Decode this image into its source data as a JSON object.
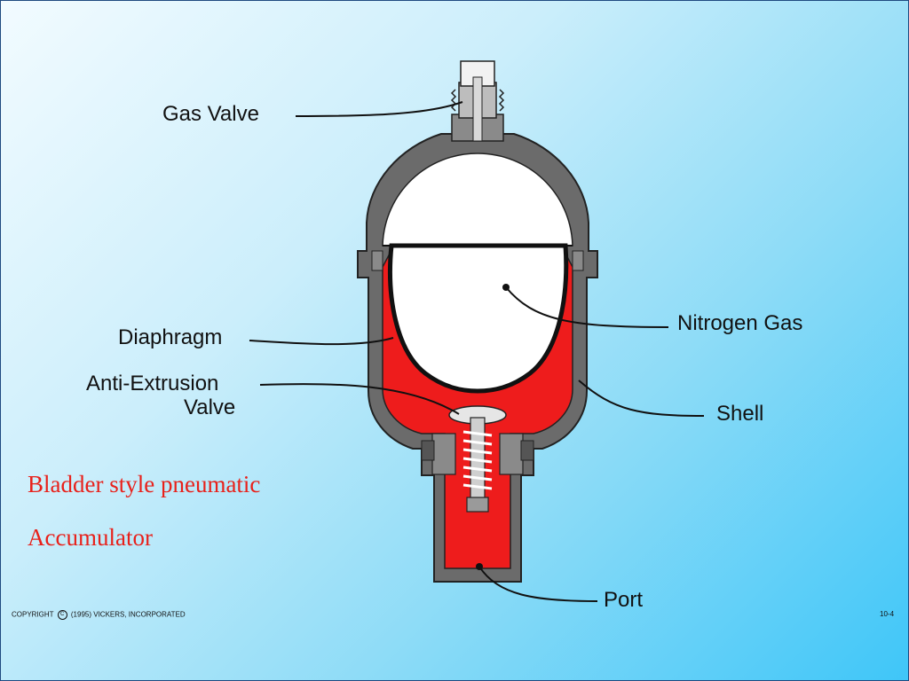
{
  "labels": {
    "gas_valve": "Gas Valve",
    "nitrogen_gas": "Nitrogen Gas",
    "diaphragm": "Diaphragm",
    "anti_extrusion_line1": "Anti-Extrusion",
    "anti_extrusion_line2": "Valve",
    "shell": "Shell",
    "port": "Port"
  },
  "caption": {
    "line1": "Bladder style pneumatic",
    "line2": "Accumulator"
  },
  "footer": {
    "copyright_prefix": "COPYRIGHT",
    "copyright_suffix": "(1995) VICKERS, INCORPORATED",
    "page_number": "10-4"
  },
  "colors": {
    "fluid": "#ee1c1c",
    "shell": "#6b6b6b",
    "gas": "#ffffff",
    "caption": "#e8211b"
  }
}
